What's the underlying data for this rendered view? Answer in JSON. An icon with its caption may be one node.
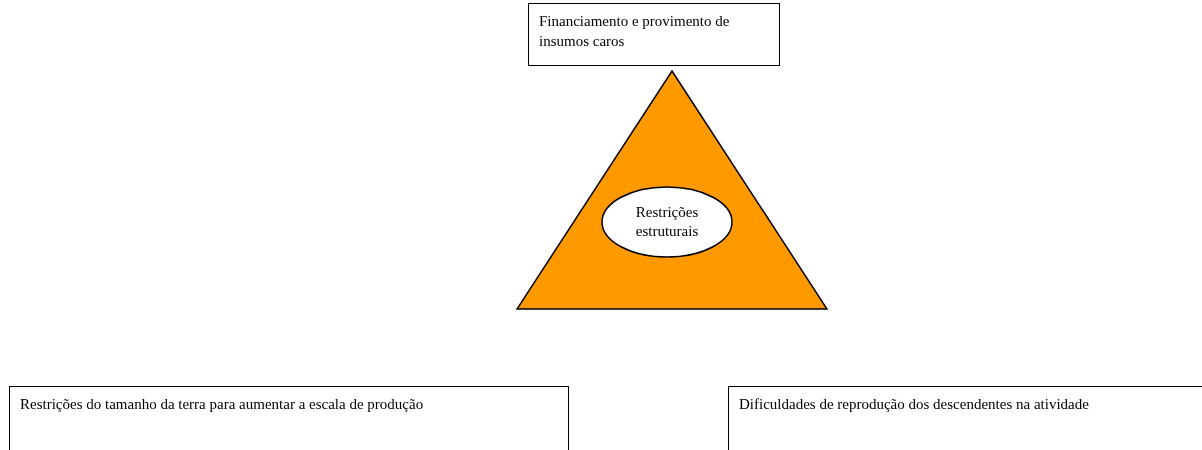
{
  "diagram": {
    "nodes": [
      {
        "text": [
          "Financiamento e provimento de insumos caros"
        ]
      },
      {
        "text": [],
        "shape": "triangle"
      },
      {
        "text": [
          "Restrições estruturais"
        ],
        "in": 1
      },
      {
        "text": [
          "Restrições do tamanho da terra para aumentar a escala de produção"
        ]
      },
      {
        "text": [
          "Dificuldades de reprodução dos descendentes na atividade"
        ]
      }
    ]
  }
}
